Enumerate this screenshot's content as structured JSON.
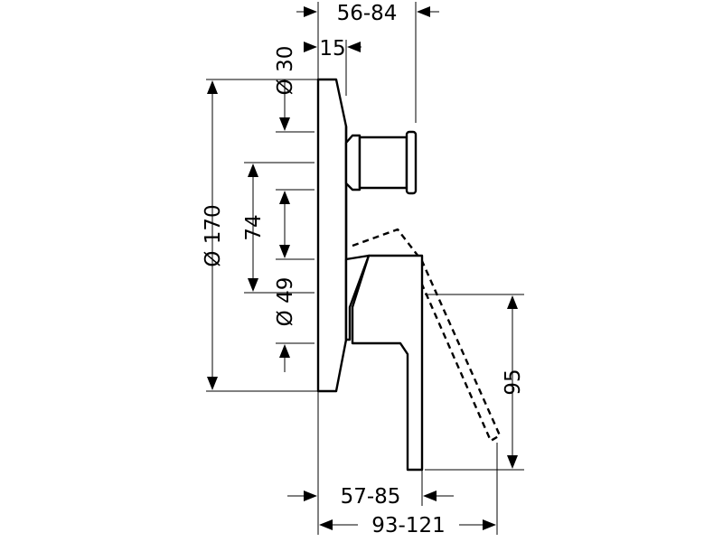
{
  "drawing": {
    "dimensions": {
      "depth_top": "56-84",
      "offset_top": "15",
      "diameter_30": "Ø 30",
      "diameter_170": "Ø 170",
      "distance_74": "74",
      "diameter_49": "Ø 49",
      "height_95": "95",
      "depth_lever": "57-85",
      "depth_overall": "93-121"
    }
  }
}
